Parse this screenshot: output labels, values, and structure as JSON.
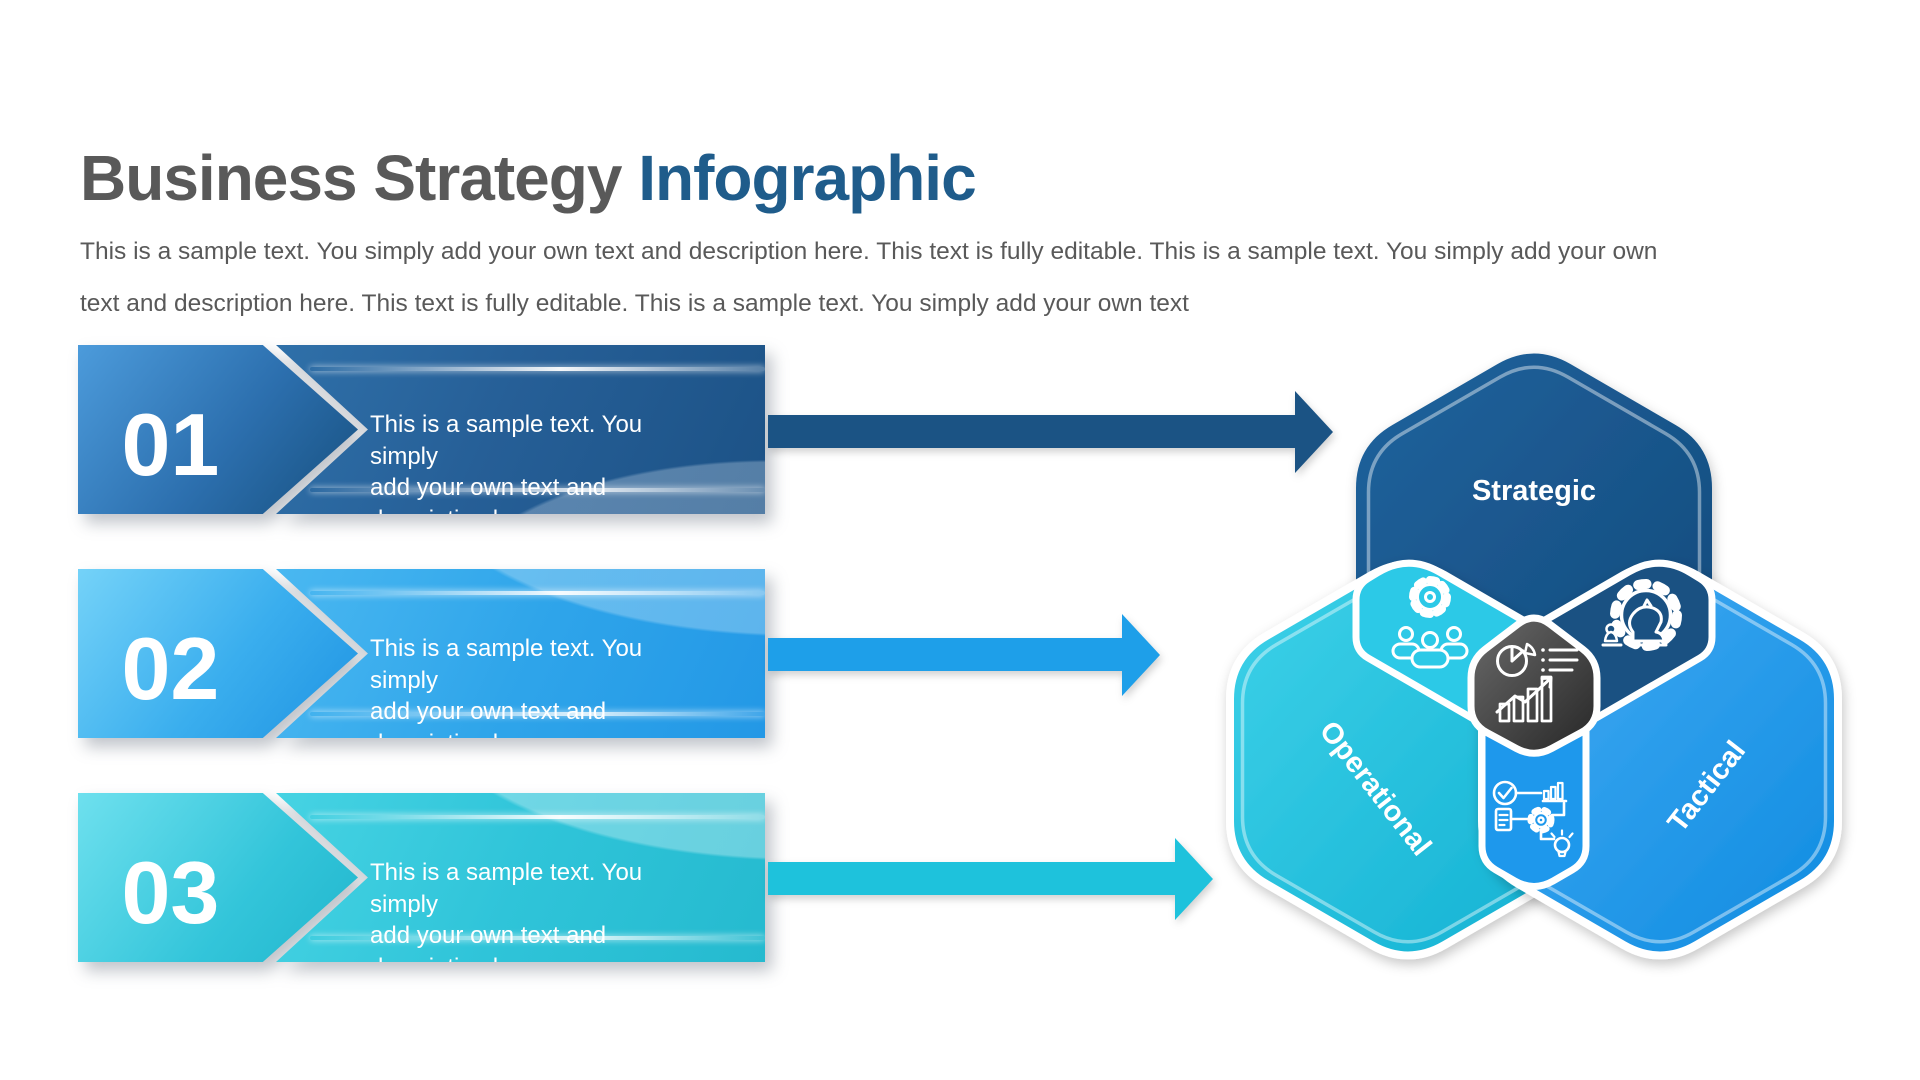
{
  "title": {
    "part1": "Business Strategy",
    "part2": "Infographic"
  },
  "intro": {
    "line1": "This is a sample text. You simply add your own text and description here. This text is fully editable. This is a sample text. You simply add your own",
    "line2": "text and description here. This text is fully editable.  This is a sample text. You simply add your own text"
  },
  "steps": [
    {
      "number": "01",
      "lines": [
        "This is a sample text. You simply",
        "add your own text and",
        "description here."
      ]
    },
    {
      "number": "02",
      "lines": [
        "This is a sample text. You simply",
        "add your own text and",
        "description here."
      ]
    },
    {
      "number": "03",
      "lines": [
        "This is a sample text. You simply",
        "add your own text and",
        "description here."
      ]
    }
  ],
  "diagram": {
    "strategic_label": "Strategic",
    "operational_label": "Operational",
    "tactical_label": "Tactical",
    "icons": {
      "strategic_operational_overlap": "team-gear-icon",
      "strategic_tactical_overlap": "strategy-chess-gear-icon",
      "center_overlap": "analytics-chart-icon",
      "operational_tactical_overlap": "process-workflow-icon"
    }
  },
  "colors": {
    "title_gray": "#595959",
    "title_accent": "#1F5C8B",
    "body_text": "#595959",
    "step1_blue": "#1B5384",
    "step2_blue": "#1E9FE9",
    "step3_cyan": "#1EC2DC",
    "strategic_navy": "#174E7E",
    "operational_cyan": "#1EC0DC",
    "tactical_blue": "#1897EC",
    "overlap_left_cyan": "#2CC9E7",
    "overlap_right_navy": "#1A5182",
    "overlap_bottom_blue": "#1E98EC",
    "center_dark_gray": "#3F3F3F"
  }
}
